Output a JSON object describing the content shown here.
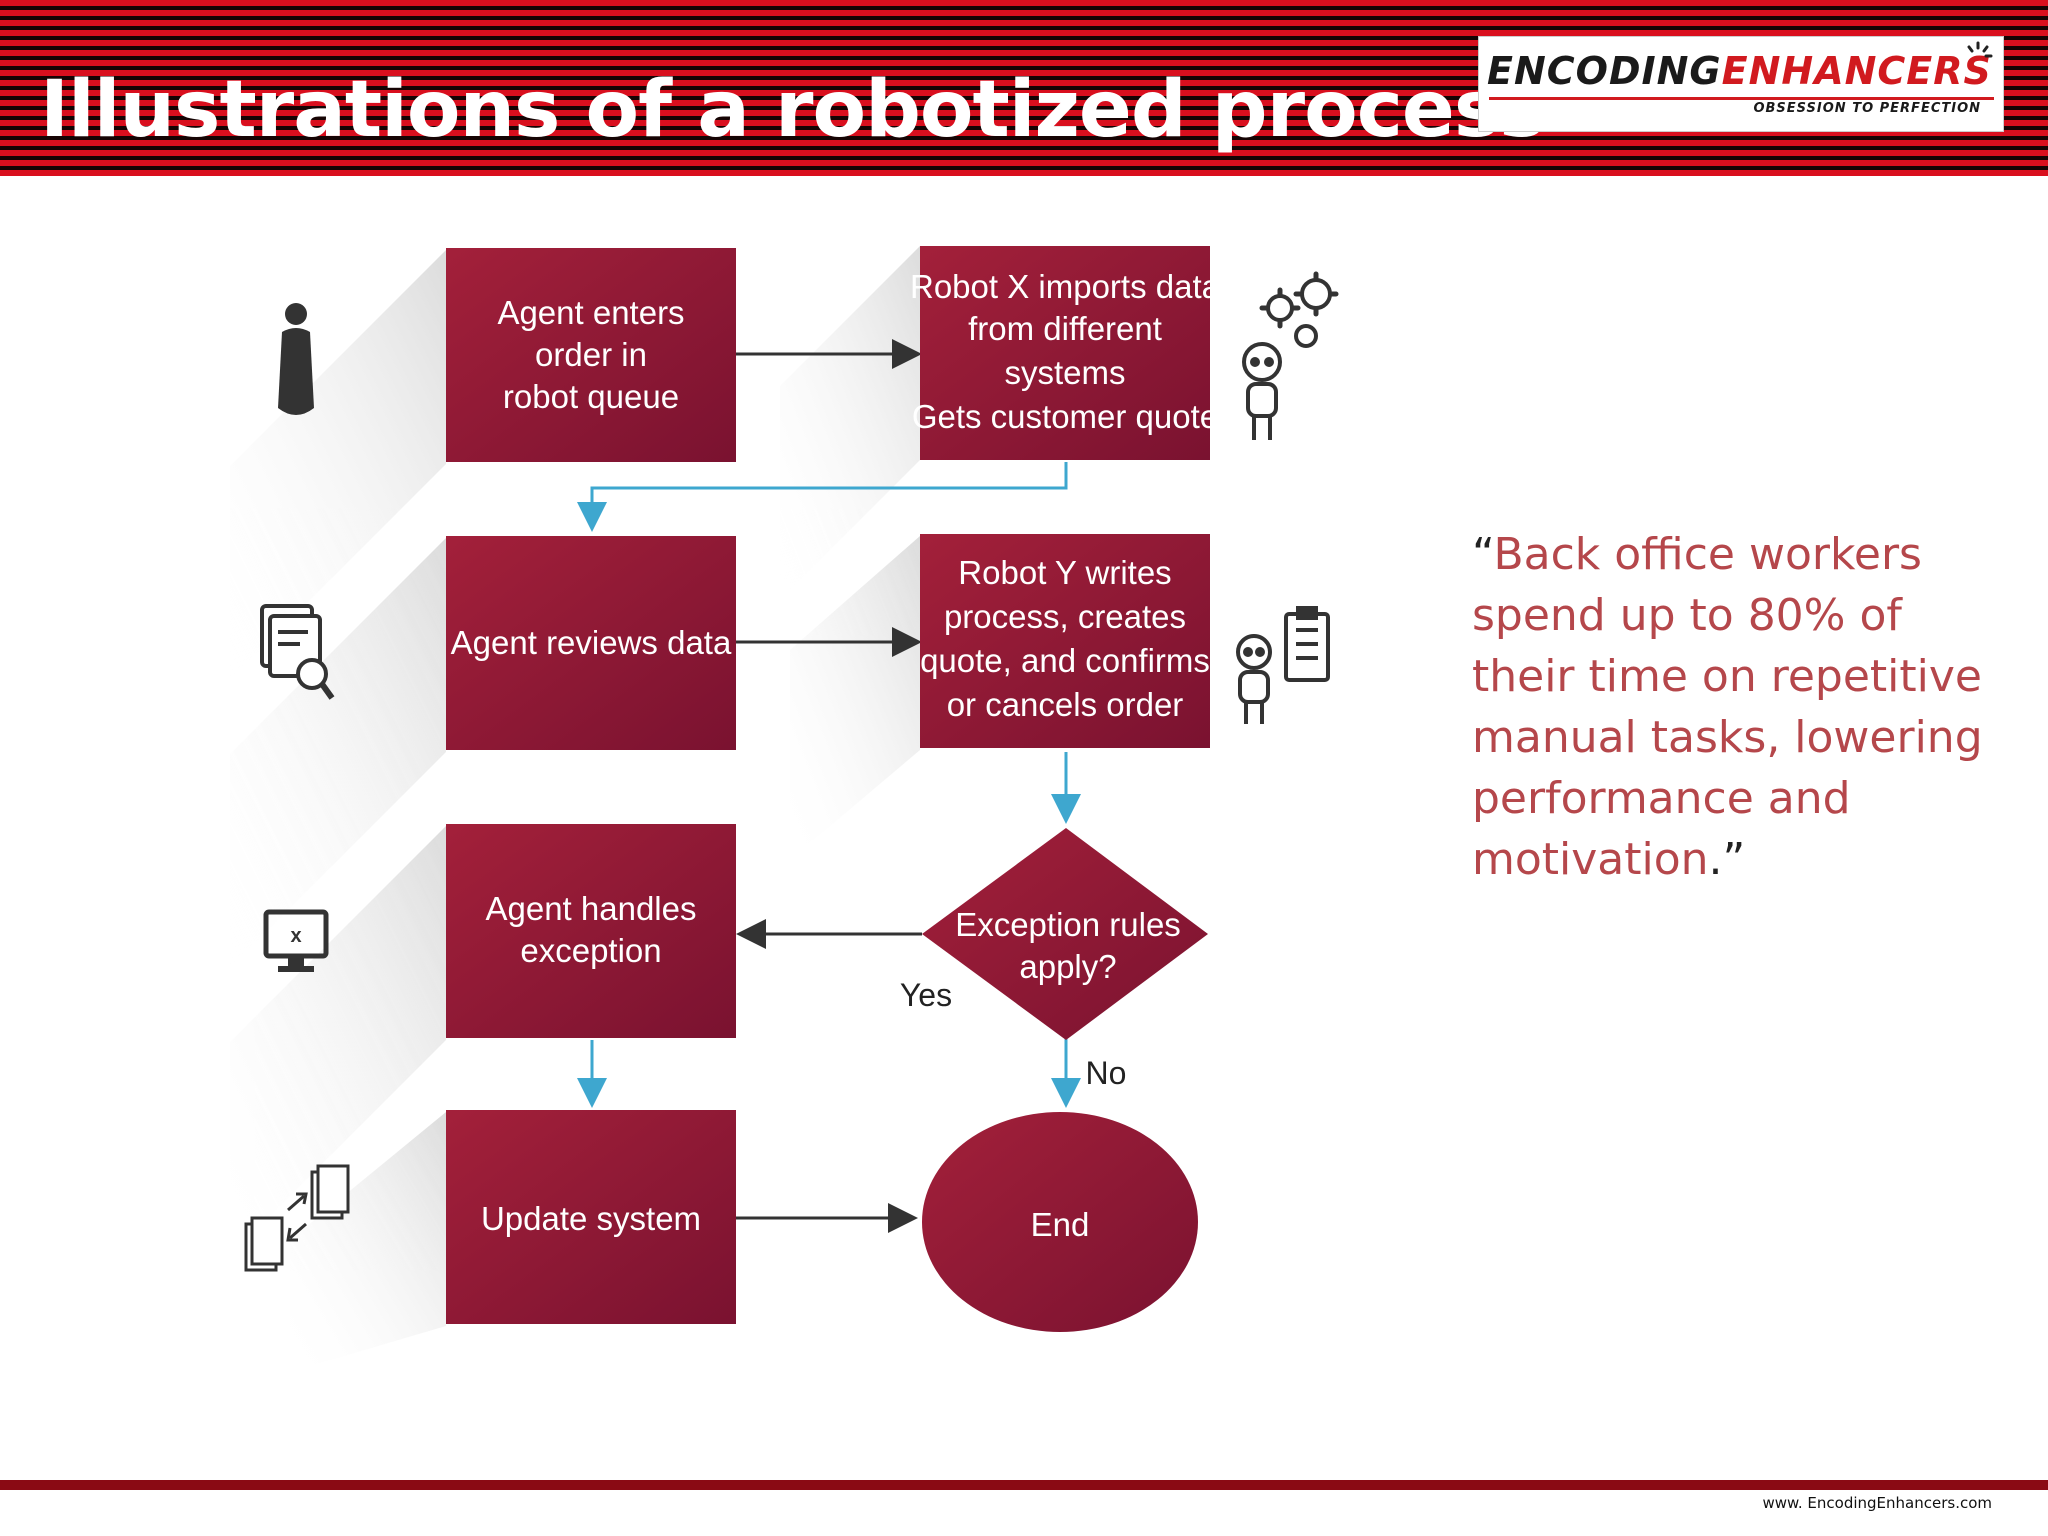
{
  "slide": {
    "title": "Illustrations of a robotized process",
    "footer_url": "www. EncodingEnhancers.com"
  },
  "logo": {
    "part1": "ENCODING",
    "part2": "ENHANCERS",
    "tagline": "OBSESSION TO PERFECTION"
  },
  "flowchart": {
    "agent_enters": [
      "Agent enters",
      "order in",
      "robot queue"
    ],
    "robot_x": [
      "Robot X imports data",
      "from different",
      "systems",
      "Gets customer quote"
    ],
    "agent_reviews": [
      "Agent reviews data"
    ],
    "robot_y": [
      "Robot Y writes",
      "process, creates",
      "quote, and confirms",
      "or cancels order"
    ],
    "agent_handles": [
      "Agent handles",
      "exception"
    ],
    "exception": [
      "Exception rules",
      "apply?"
    ],
    "update_system": [
      "Update system"
    ],
    "end": [
      "End"
    ],
    "yes": "Yes",
    "no": "No",
    "icons": [
      "person-icon",
      "gears-icon",
      "robot-icon",
      "document-search-icon",
      "robot-clipboard-icon",
      "monitor-error-icon",
      "documents-sync-icon"
    ]
  },
  "quote": {
    "open_mark": "“",
    "text": "Back office workers spend up to 80% of their time on repetitive manual tasks, lowering performance and motivation",
    "close": ".”"
  },
  "colors": {
    "box": "#8d1a34",
    "header_red": "#d90f1e",
    "connector": "#3ea7cf",
    "quote_text": "#b5474b"
  }
}
